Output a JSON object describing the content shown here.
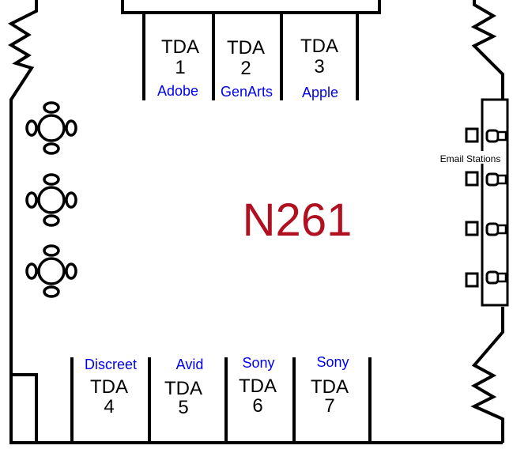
{
  "room": {
    "number": "N261",
    "color": "#b01020"
  },
  "sponsor_color": "#0000ee",
  "booths_top": [
    {
      "line1": "TDA",
      "line2": "1",
      "sponsor": "Adobe"
    },
    {
      "line1": "TDA",
      "line2": "2",
      "sponsor": "GenArts"
    },
    {
      "line1": "TDA",
      "line2": "3",
      "sponsor": "Apple"
    }
  ],
  "booths_bottom": [
    {
      "line1": "TDA",
      "line2": "4",
      "sponsor": "Discreet"
    },
    {
      "line1": "TDA",
      "line2": "5",
      "sponsor": "Avid"
    },
    {
      "line1": "TDA",
      "line2": "6",
      "sponsor": "Sony"
    },
    {
      "line1": "TDA",
      "line2": "7",
      "sponsor": "Sony"
    }
  ],
  "email": {
    "label": "Email Stations"
  }
}
